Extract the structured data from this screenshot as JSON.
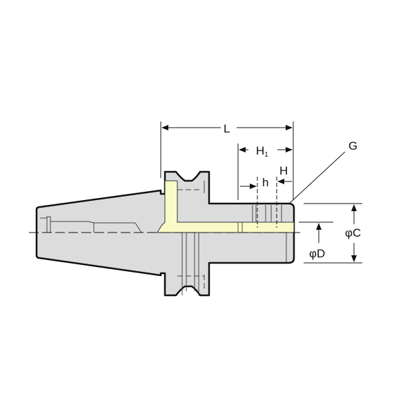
{
  "diagram": {
    "title": "Tool holder with tapered shank (cross-section dimension drawing)",
    "labels": {
      "L": "L",
      "H1_main": "H",
      "H1_sub": "1",
      "H": "H",
      "h": "h",
      "G": "G",
      "phiC": "φC",
      "phiD": "φD"
    },
    "colors": {
      "body": "#dcdcdc",
      "outline": "#111111",
      "coolant_channel": "#fafac8"
    }
  }
}
